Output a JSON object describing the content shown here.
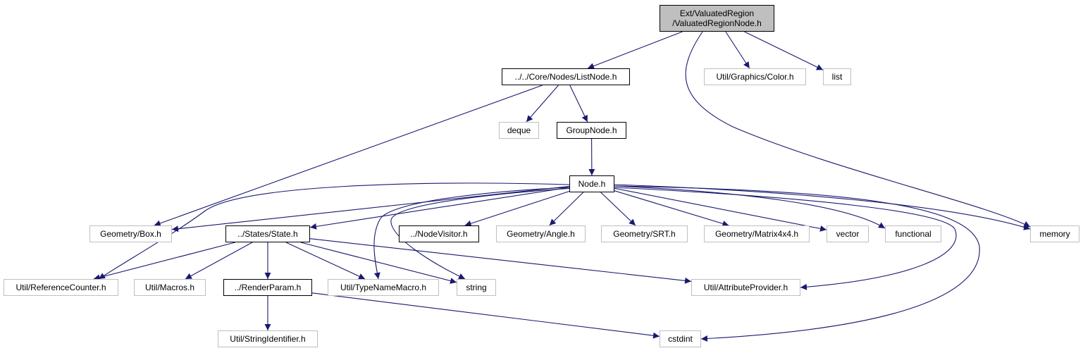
{
  "diagram": {
    "edge_color": "#191970",
    "node_border_color": "#000000",
    "system_border_color": "#bfbfbf",
    "root_fill_color": "#bfbfbf",
    "nodes": {
      "root": {
        "lines": [
          "Ext/ValuatedRegion",
          "/ValuatedRegionNode.h"
        ],
        "kind": "root"
      },
      "listnode": {
        "lines": [
          "../../Core/Nodes/ListNode.h"
        ],
        "kind": "linked"
      },
      "color": {
        "lines": [
          "Util/Graphics/Color.h"
        ],
        "kind": "system"
      },
      "list": {
        "lines": [
          "list"
        ],
        "kind": "system"
      },
      "deque": {
        "lines": [
          "deque"
        ],
        "kind": "system"
      },
      "groupnode": {
        "lines": [
          "GroupNode.h"
        ],
        "kind": "linked"
      },
      "node": {
        "lines": [
          "Node.h"
        ],
        "kind": "linked"
      },
      "box": {
        "lines": [
          "Geometry/Box.h"
        ],
        "kind": "system"
      },
      "state": {
        "lines": [
          "../States/State.h"
        ],
        "kind": "linked"
      },
      "nodevisitor": {
        "lines": [
          "../NodeVisitor.h"
        ],
        "kind": "linked"
      },
      "angle": {
        "lines": [
          "Geometry/Angle.h"
        ],
        "kind": "system"
      },
      "srt": {
        "lines": [
          "Geometry/SRT.h"
        ],
        "kind": "system"
      },
      "matrix": {
        "lines": [
          "Geometry/Matrix4x4.h"
        ],
        "kind": "system"
      },
      "vector": {
        "lines": [
          "vector"
        ],
        "kind": "system"
      },
      "functional": {
        "lines": [
          "functional"
        ],
        "kind": "system"
      },
      "memory": {
        "lines": [
          "memory"
        ],
        "kind": "system"
      },
      "refcounter": {
        "lines": [
          "Util/ReferenceCounter.h"
        ],
        "kind": "system"
      },
      "macros": {
        "lines": [
          "Util/Macros.h"
        ],
        "kind": "system"
      },
      "renderparam": {
        "lines": [
          "../RenderParam.h"
        ],
        "kind": "linked"
      },
      "typename": {
        "lines": [
          "Util/TypeNameMacro.h"
        ],
        "kind": "system"
      },
      "string": {
        "lines": [
          "string"
        ],
        "kind": "system"
      },
      "attrprovider": {
        "lines": [
          "Util/AttributeProvider.h"
        ],
        "kind": "system"
      },
      "stringid": {
        "lines": [
          "Util/StringIdentifier.h"
        ],
        "kind": "system"
      },
      "cstdint": {
        "lines": [
          "cstdint"
        ],
        "kind": "system"
      }
    },
    "edges": [
      [
        "root",
        "listnode"
      ],
      [
        "root",
        "color"
      ],
      [
        "root",
        "list"
      ],
      [
        "root",
        "memory"
      ],
      [
        "listnode",
        "box"
      ],
      [
        "listnode",
        "deque"
      ],
      [
        "listnode",
        "groupnode"
      ],
      [
        "groupnode",
        "node"
      ],
      [
        "node",
        "box"
      ],
      [
        "node",
        "state"
      ],
      [
        "node",
        "nodevisitor"
      ],
      [
        "node",
        "angle"
      ],
      [
        "node",
        "srt"
      ],
      [
        "node",
        "matrix"
      ],
      [
        "node",
        "vector"
      ],
      [
        "node",
        "functional"
      ],
      [
        "node",
        "memory"
      ],
      [
        "node",
        "refcounter"
      ],
      [
        "node",
        "typename"
      ],
      [
        "node",
        "string"
      ],
      [
        "node",
        "attrprovider"
      ],
      [
        "node",
        "cstdint"
      ],
      [
        "state",
        "refcounter"
      ],
      [
        "state",
        "macros"
      ],
      [
        "state",
        "renderparam"
      ],
      [
        "state",
        "typename"
      ],
      [
        "state",
        "string"
      ],
      [
        "state",
        "attrprovider"
      ],
      [
        "renderparam",
        "stringid"
      ],
      [
        "renderparam",
        "cstdint"
      ]
    ]
  }
}
